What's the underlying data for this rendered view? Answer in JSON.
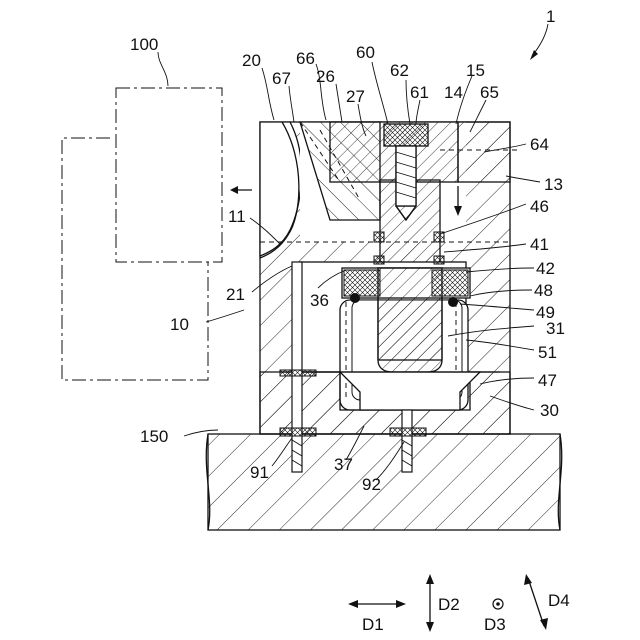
{
  "figure": {
    "labels": {
      "l1": "1",
      "l100": "100",
      "l20": "20",
      "l66": "66",
      "l67": "67",
      "l26": "26",
      "l60": "60",
      "l62": "62",
      "l27": "27",
      "l61": "61",
      "l14": "14",
      "l15": "15",
      "l65": "65",
      "l64": "64",
      "l13": "13",
      "l46": "46",
      "l11": "11",
      "l41": "41",
      "l42": "42",
      "l21": "21",
      "l36": "36",
      "l48": "48",
      "l49": "49",
      "l10": "10",
      "l31": "31",
      "l51": "51",
      "l47": "47",
      "l30": "30",
      "l150": "150",
      "l91": "91",
      "l37": "37",
      "l92": "92"
    },
    "directions": {
      "d1": "D1",
      "d2": "D2",
      "d3": "D3",
      "d4": "D4"
    }
  }
}
